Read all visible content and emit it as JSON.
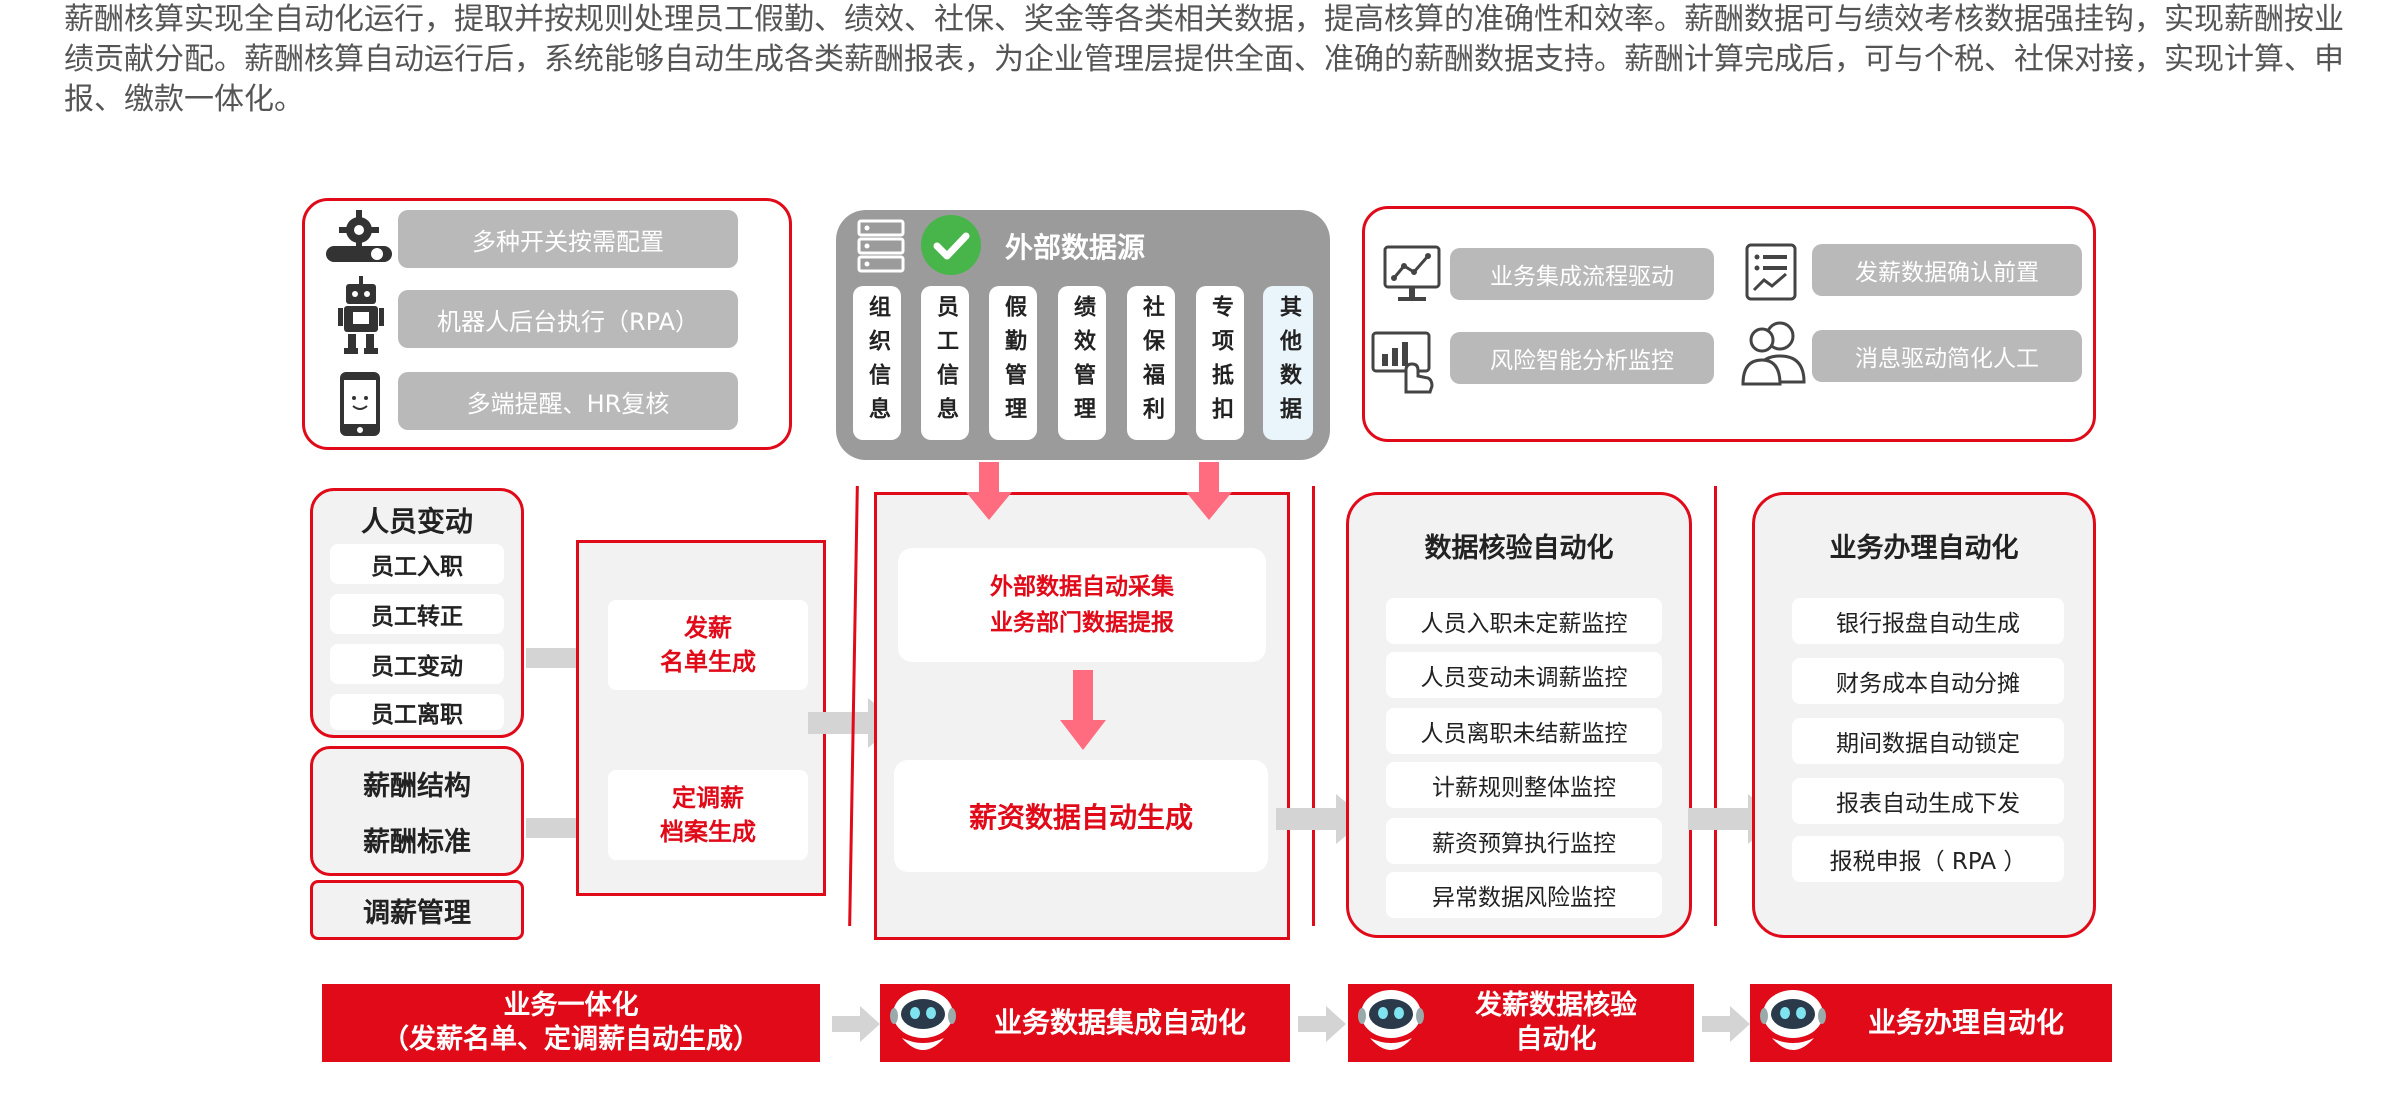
{
  "intro": "薪酬核算实现全自动化运行，提取并按规则处理员工假勤、绩效、社保、奖金等各类相关数据，提高核算的准确性和效率。薪酬数据可与绩效考核数据强挂钩，实现薪酬按业绩贡献分配。薪酬核算自动运行后，系统能够自动生成各类薪酬报表，为企业管理层提供全面、准确的薪酬数据支持。薪酬计算完成后，可与个税、社保对接，实现计算、申报、缴款一体化。",
  "top_left": {
    "items": [
      {
        "icon": "gear-toggle-icon",
        "label": "多种开关按需配置"
      },
      {
        "icon": "robot-icon",
        "label": "机器人后台执行（RPA）"
      },
      {
        "icon": "smartphone-icon",
        "label": "多端提醒、HR复核"
      }
    ]
  },
  "external": {
    "title": "外部数据源",
    "cards": [
      "组织信息",
      "员工信息",
      "假勤管理",
      "绩效管理",
      "社保福利",
      "专项抵扣",
      "其他数据"
    ]
  },
  "top_right": {
    "items": [
      {
        "icon": "chart-monitor-icon",
        "label": "业务集成流程驱动"
      },
      {
        "icon": "checklist-icon",
        "label": "发薪数据确认前置"
      },
      {
        "icon": "touch-analytics-icon",
        "label": "风险智能分析监控"
      },
      {
        "icon": "users-icon",
        "label": "消息驱动简化人工"
      }
    ]
  },
  "personnel": {
    "title": "人员变动",
    "items": [
      "员工入职",
      "员工转正",
      "员工变动",
      "员工离职"
    ]
  },
  "salary_struct": {
    "line1": "薪酬结构",
    "line2": "薪酬标准"
  },
  "salary_adjust": "调薪管理",
  "gen": {
    "box1_line1": "发薪",
    "box1_line2": "名单生成",
    "box2_line1": "定调薪",
    "box2_line2": "档案生成"
  },
  "center": {
    "collect_line1": "外部数据自动采集",
    "collect_line2": "业务部门数据提报",
    "auto_gen": "薪资数据自动生成"
  },
  "verify": {
    "title": "数据核验自动化",
    "items": [
      "人员入职未定薪监控",
      "人员变动未调薪监控",
      "人员离职未结薪监控",
      "计薪规则整体监控",
      "薪资预算执行监控",
      "异常数据风险监控"
    ]
  },
  "business": {
    "title": "业务办理自动化",
    "items": [
      "银行报盘自动生成",
      "财务成本自动分摊",
      "期间数据自动锁定",
      "报表自动生成下发",
      "报税申报（ RPA ）"
    ]
  },
  "bottom": {
    "b1_line1": "业务一体化",
    "b1_line2": "（发薪名单、定调薪自动生成）",
    "b2": "业务数据集成自动化",
    "b3_line1": "发薪数据核验",
    "b3_line2": "自动化",
    "b4": "业务办理自动化"
  },
  "colors": {
    "accent": "#e00a19",
    "arrow_red": "#ff6b7f",
    "arrow_gray": "#d4d4d4",
    "pill_gray": "#b9b9b9"
  }
}
